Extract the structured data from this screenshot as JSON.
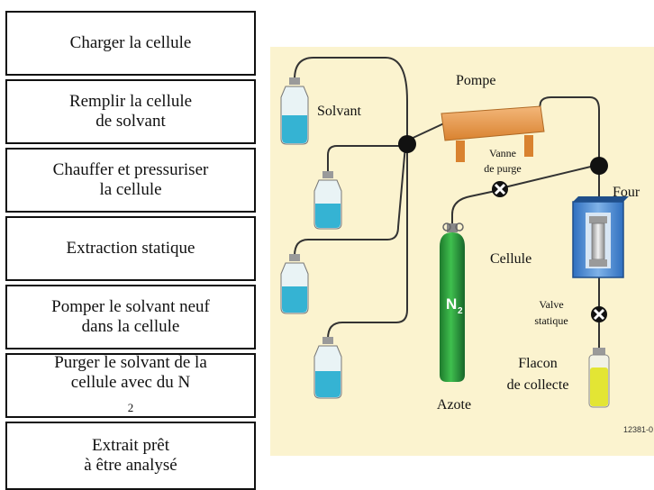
{
  "steps": [
    {
      "lines": [
        "Charger la cellule"
      ]
    },
    {
      "lines": [
        "Remplir la cellule",
        "de solvant"
      ]
    },
    {
      "lines": [
        "Chauffer et pressuriser",
        "la cellule"
      ]
    },
    {
      "lines": [
        "Extraction statique"
      ]
    },
    {
      "lines": [
        "Pomper le solvant neuf",
        "dans la cellule"
      ]
    },
    {
      "lines": [
        "Purger le solvant de la",
        "cellule avec du N"
      ],
      "subscript": "2"
    },
    {
      "lines": [
        "Extrait prêt",
        "à être analysé"
      ]
    }
  ],
  "diagram": {
    "background_color": "#fbf3cf",
    "labels": {
      "solvent": "Solvant",
      "pump": "Pompe",
      "purge_valve_1": "Vanne",
      "purge_valve_2": "de purge",
      "oven": "Four",
      "cell": "Cellule",
      "static_valve_1": "Valve",
      "static_valve_2": "statique",
      "flask_1": "Flacon",
      "flask_2": "de collecte",
      "nitrogen": "Azote",
      "tank_symbol": "N",
      "tank_symbol_sub": "2",
      "figure_code": "12381-0"
    }
  }
}
